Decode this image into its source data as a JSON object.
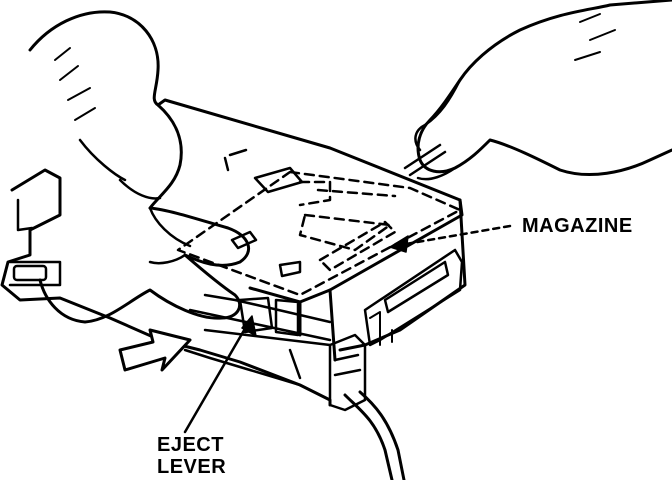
{
  "labels": {
    "magazine": "MAGAZINE",
    "eject_line1": "EJECT",
    "eject_line2": "LEVER"
  },
  "colors": {
    "ink": "#000000",
    "paper": "#ffffff"
  }
}
